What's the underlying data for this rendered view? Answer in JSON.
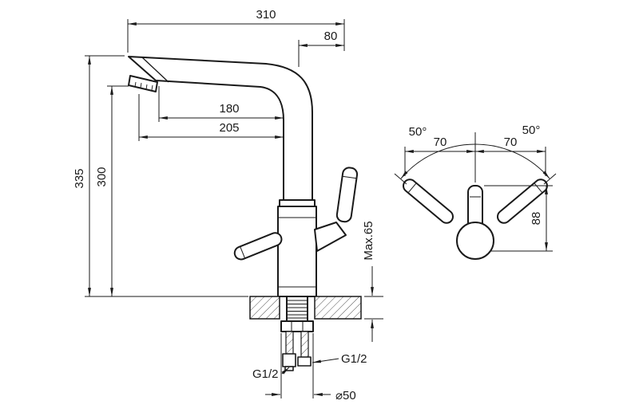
{
  "drawing": {
    "background": "#ffffff",
    "line_color": "#1a1a1a",
    "side_view": {
      "spout_reach": "310",
      "spout_offset": "80",
      "aerator_reach": "180",
      "tip_reach": "205",
      "height_total": "335",
      "height_outlet": "300",
      "counter_thickness": "Max.65",
      "hose_thread_left": "G1/2",
      "hose_thread_right": "G1/2",
      "base_diameter": "⌀50"
    },
    "top_view": {
      "handle_angle_left": "50°",
      "handle_angle_right": "50°",
      "handle_span_left": "70",
      "handle_span_right": "70",
      "handle_height": "88"
    }
  }
}
